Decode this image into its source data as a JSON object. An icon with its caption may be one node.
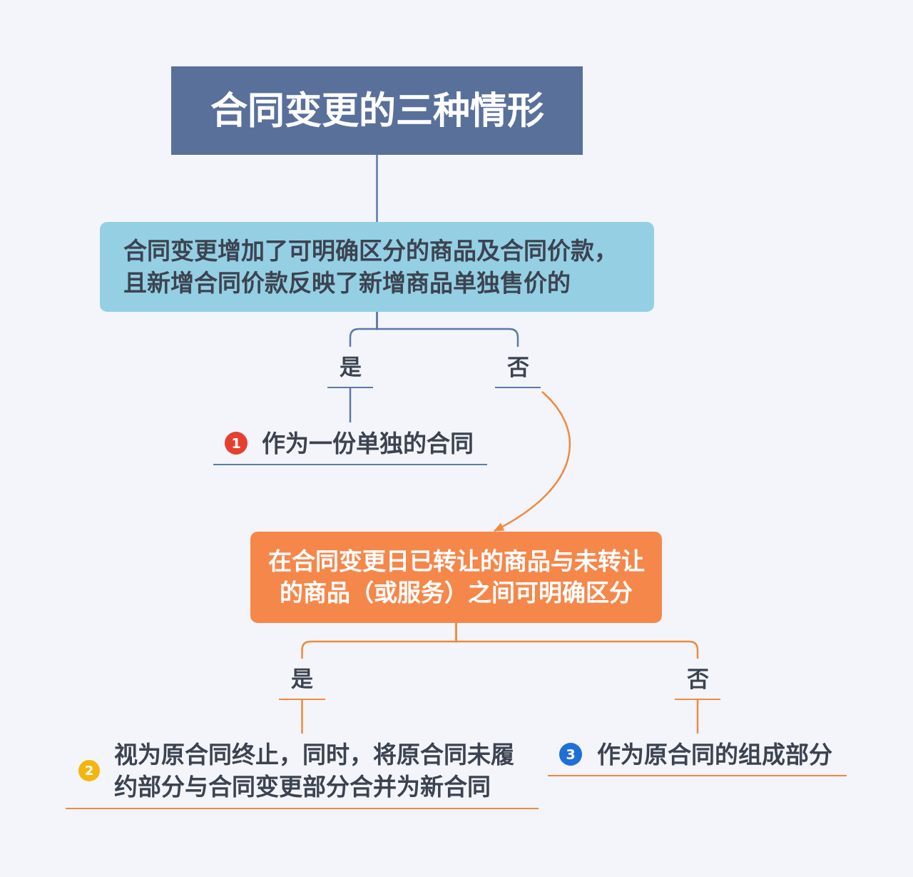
{
  "diagram": {
    "nodes": [
      {
        "text": [
          "合同变更的三种情形"
        ]
      },
      {
        "text": [
          "合同变更增加了可明确区分的商品及合同价款，且新增合同价款反映了新增商品单独售价的"
        ]
      },
      {
        "text": [
          "是"
        ]
      },
      {
        "text": [
          "否"
        ]
      },
      {
        "text": [
          "1",
          "作为一份单独的合同"
        ]
      },
      {
        "text": [
          "在合同变更日已转让的商品与未转让的商品（或服务）之间可明确区分"
        ]
      },
      {
        "text": [
          "是"
        ]
      },
      {
        "text": [
          "否"
        ]
      },
      {
        "text": [
          "2",
          "视为原合同终止，同时，将原合同未履约部分与合同变更部分合并为新合同"
        ]
      },
      {
        "text": [
          "3",
          "作为原合同的组成部分"
        ]
      }
    ],
    "edges": [
      {
        "from": 0,
        "to": 1,
        "arrow": "none",
        "color": "#5b7aa8"
      },
      {
        "from": 1,
        "to": 2,
        "arrow": "none",
        "color": "#5b7aa8"
      },
      {
        "from": 1,
        "to": 3,
        "arrow": "none",
        "color": "#5b7aa8"
      },
      {
        "from": 2,
        "to": 4,
        "arrow": "none",
        "color": "#5b7aa8"
      },
      {
        "from": 3,
        "to": 5,
        "arrow": "to"
      },
      {
        "from": 5,
        "to": 6,
        "arrow": "none"
      },
      {
        "from": 5,
        "to": 7,
        "arrow": "none"
      },
      {
        "from": 6,
        "to": 8,
        "arrow": "none"
      },
      {
        "from": 7,
        "to": 9,
        "arrow": "none"
      }
    ]
  }
}
